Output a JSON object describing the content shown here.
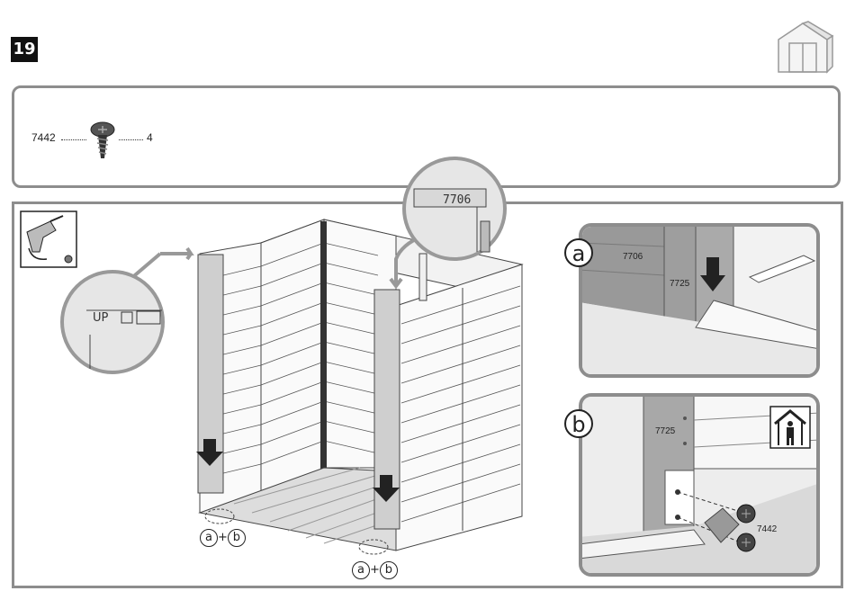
{
  "step": {
    "number": "19"
  },
  "parts": {
    "part_number": "7442",
    "quantity": "4"
  },
  "labels": {
    "up_text": "UP",
    "callout_part": "7706",
    "detail_a_letter": "a",
    "detail_a_part1": "7706",
    "detail_a_part2": "7725",
    "detail_b_letter": "b",
    "detail_b_part1": "7725",
    "detail_b_screw": "7442",
    "marker_a": "a",
    "marker_plus": "+",
    "marker_b": "b"
  },
  "icons": [
    "shed-icon",
    "screw-icon",
    "drill-icon",
    "indoor-icon",
    "down-arrow-icon"
  ]
}
